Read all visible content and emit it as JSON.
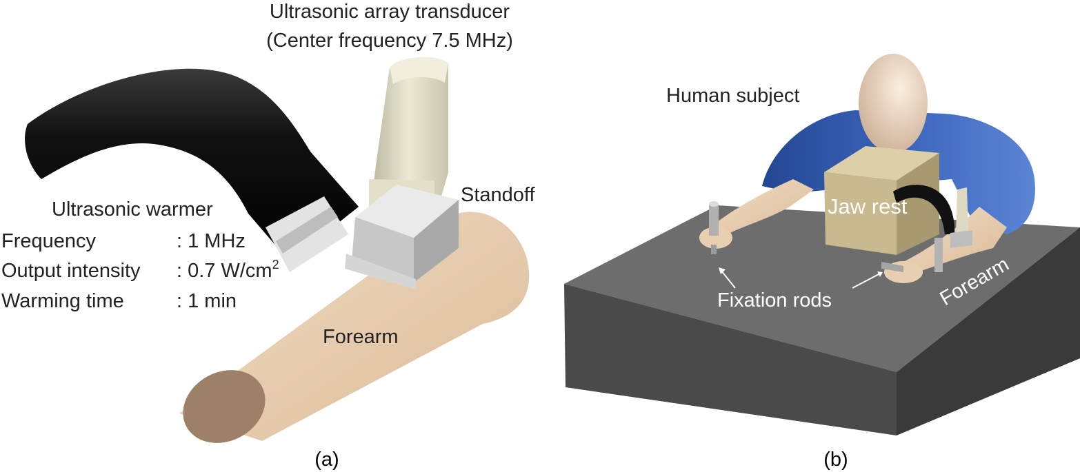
{
  "panel_a": {
    "caption": "(a)",
    "transducer_title": "Ultrasonic array transducer",
    "transducer_subtitle": "(Center frequency 7.5 MHz)",
    "standoff_label": "Standoff",
    "warmer_title": "Ultrasonic warmer",
    "specs": [
      {
        "label": "Frequency",
        "value": ": 1 MHz"
      },
      {
        "label": "Output intensity",
        "value": ": 0.7 W/cm",
        "superscript": "2"
      },
      {
        "label": "Warming time",
        "value": ": 1 min"
      }
    ],
    "forearm_label": "Forearm"
  },
  "panel_b": {
    "caption": "(b)",
    "subject_label": "Human subject",
    "jaw_rest_label": "Jaw rest",
    "fixation_label": "Fixation rods",
    "forearm_label": "Forearm"
  },
  "colors": {
    "skin": "#e8cfb2",
    "skin_shadow": "#9a8068",
    "shirt": "#2f56a8",
    "jaw_rest": "#c8b88c",
    "table_top": "#6b6b6b",
    "table_side": "#444444",
    "warmer": "#111111",
    "transducer": "#dcd8c0",
    "standoff": "#c4c4c4"
  }
}
